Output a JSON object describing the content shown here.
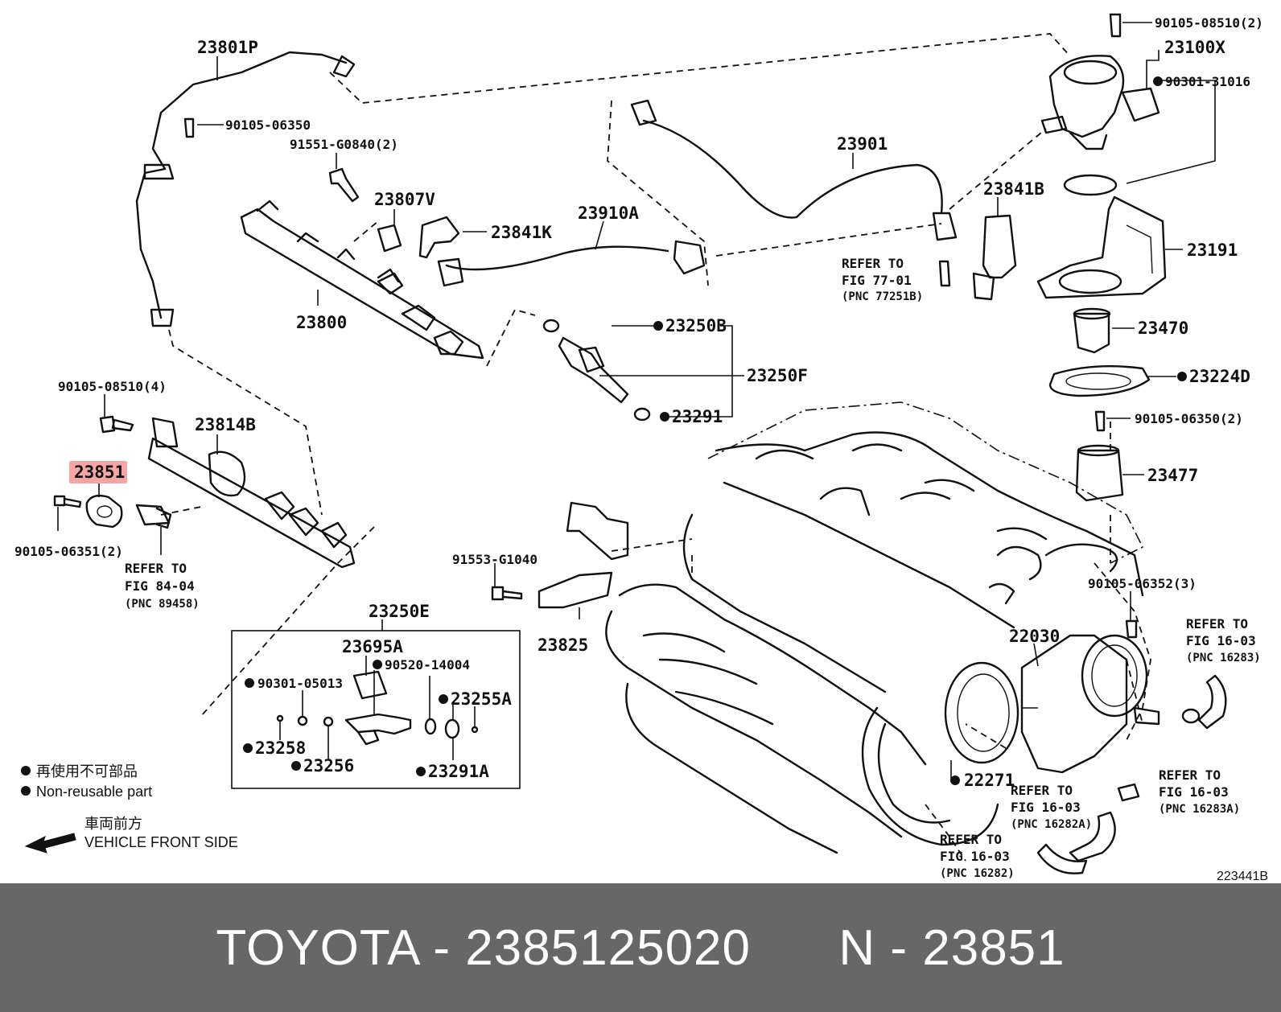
{
  "diagram": {
    "figure_id": "223441B",
    "highlight_color": "#f4a6a6",
    "highlighted_part": "23851",
    "labels": {
      "p23801P": "23801P",
      "p90105_06350": "90105-06350",
      "p91551_G0840": "91551-G0840(2)",
      "p23807V": "23807V",
      "p23841K": "23841K",
      "p23910A": "23910A",
      "p23800": "23800",
      "p23901": "23901",
      "p23841B": "23841B",
      "p90105_08510_2": "90105-08510(2)",
      "p23100X": "23100X",
      "p90301_31016": "90301-31016",
      "p23191": "23191",
      "p23470": "23470",
      "p23224D": "23224D",
      "p90105_06350_2": "90105-06350(2)",
      "p23477": "23477",
      "p23250B": "23250B",
      "p23250F": "23250F",
      "p23291": "23291",
      "p90105_08510_4": "90105-08510(4)",
      "p23814B": "23814B",
      "p23851": "23851",
      "p90105_06351": "90105-06351(2)",
      "p91553_G1040": "91553-G1040",
      "p23825": "23825",
      "p23250E": "23250E",
      "p23695A": "23695A",
      "p90520_14004": "90520-14004",
      "p90301_05013": "90301-05013",
      "p23255A": "23255A",
      "p23258": "23258",
      "p23256": "23256",
      "p23291A": "23291A",
      "p90105_06352": "90105-06352(3)",
      "p22030": "22030",
      "p22271": "22271"
    },
    "refer_to": {
      "refer_text": "REFER TO",
      "r77_fig": "FIG 77-01",
      "r77_pnc": "(PNC 77251B)",
      "r84_fig": "FIG 84-04",
      "r84_pnc": "(PNC 89458)",
      "r16283_fig": "FIG 16-03",
      "r16283_pnc": "(PNC 16283)",
      "r16283A_fig": "FIG 16-03",
      "r16283A_pnc": "(PNC 16283A)",
      "r16282A_fig": "FIG 16-03",
      "r16282A_pnc": "(PNC 16282A)",
      "r16282_fig": "FIG 16-03",
      "r16282_pnc": "(PNC 16282)"
    },
    "legend": {
      "non_reusable_jp": "再使用不可部品",
      "non_reusable_en": "Non-reusable part",
      "front_jp": "車両前方",
      "front_en": "VEHICLE FRONT SIDE"
    }
  },
  "footer": {
    "title": "TOYOTA - 2385125020      N - 23851",
    "background": "#676767"
  }
}
